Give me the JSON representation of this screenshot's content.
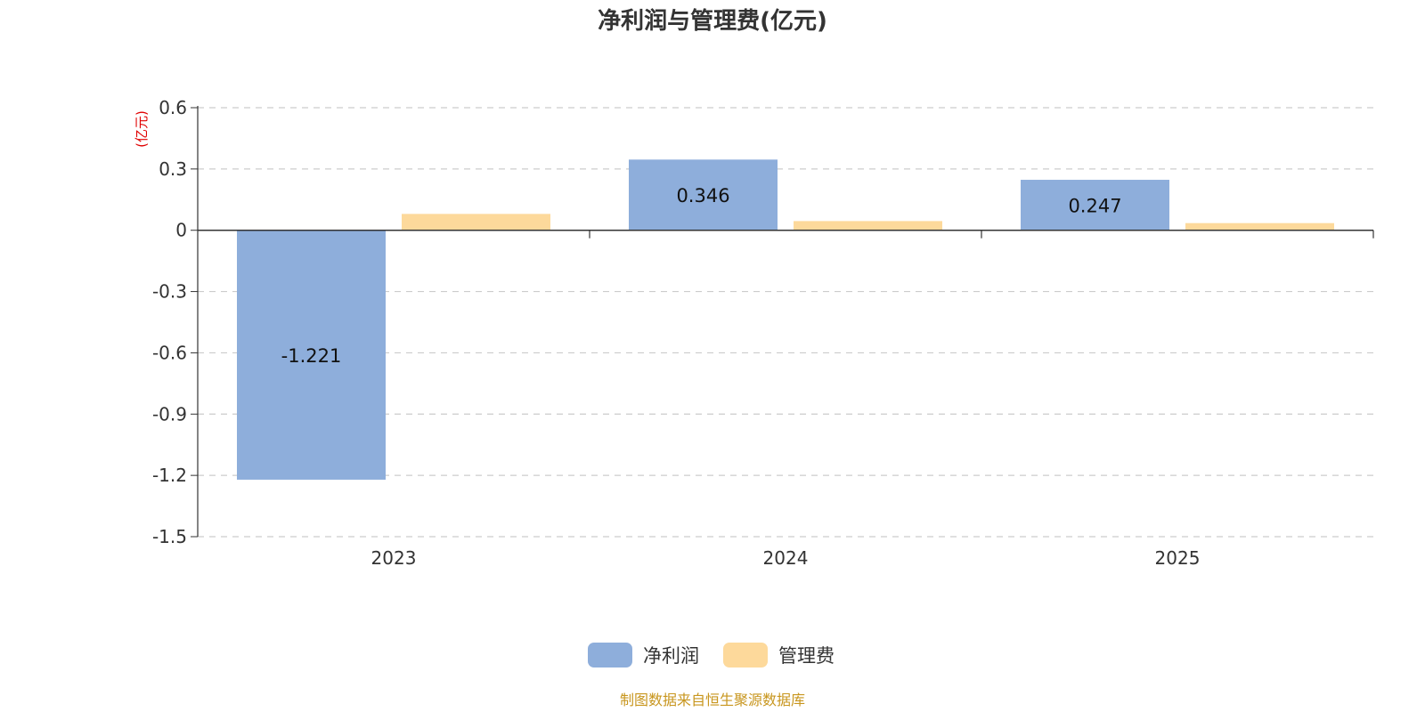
{
  "chart_data": {
    "type": "bar",
    "title": "净利润与管理费(亿元)",
    "unit_label": "(亿元)",
    "categories": [
      "2023",
      "2024",
      "2025"
    ],
    "series": [
      {
        "name": "净利润",
        "values": [
          -1.221,
          0.346,
          0.247
        ],
        "labels": [
          "-1.221",
          "0.346",
          "0.247"
        ],
        "color": "#8eaedb"
      },
      {
        "name": "管理费",
        "values": [
          0.08,
          0.045,
          0.035
        ],
        "labels": [
          "",
          "",
          ""
        ],
        "color": "#fdd99b"
      }
    ],
    "y_ticks": [
      0.6,
      0.3,
      0,
      -0.3,
      -0.6,
      -0.9,
      -1.2,
      -1.5
    ],
    "y_tick_labels": [
      "0.6",
      "0.3",
      "0",
      "-0.3",
      "-0.6",
      "-0.9",
      "-1.2",
      "-1.5"
    ],
    "ylim": [
      -1.5,
      0.6
    ],
    "grid": true,
    "legend_position": "bottom-center",
    "source_note": "制图数据来自恒生聚源数据库"
  }
}
